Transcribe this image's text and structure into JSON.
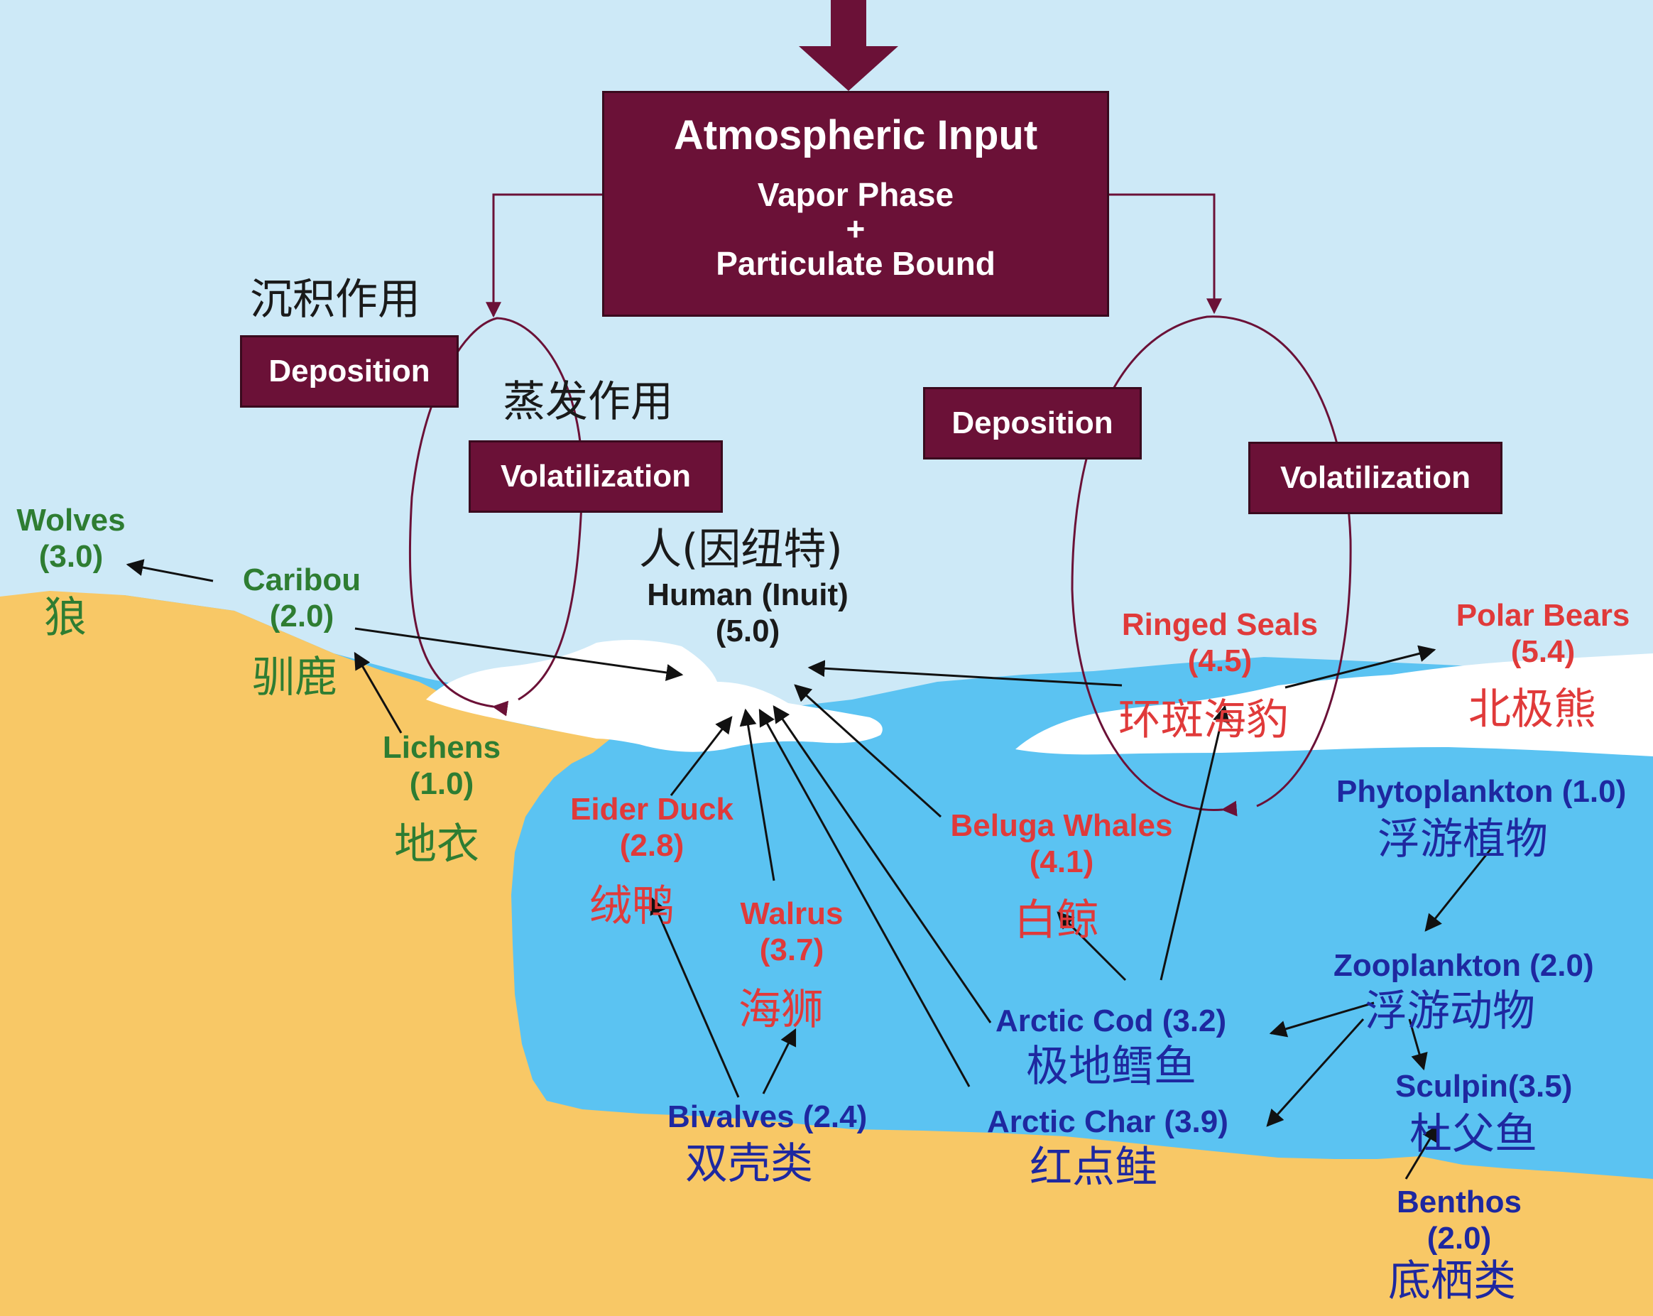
{
  "atmospheric": {
    "title": "Atmospheric Input",
    "line1": "Vapor Phase",
    "plus": "+",
    "line2": "Particulate Bound"
  },
  "processes": {
    "left_deposition": "Deposition",
    "left_volatilization": "Volatilization",
    "right_deposition": "Deposition",
    "right_volatilization": "Volatilization",
    "left_deposition_cn": "沉积作用",
    "left_volatilization_cn": "蒸发作用"
  },
  "species": {
    "wolves": {
      "name": "Wolves",
      "level": "(3.0)",
      "cn": "狼"
    },
    "caribou": {
      "name": "Caribou",
      "level": "(2.0)",
      "cn": "驯鹿"
    },
    "lichens": {
      "name": "Lichens",
      "level": "(1.0)",
      "cn": "地衣"
    },
    "human": {
      "cn": "人(因纽特)",
      "name": "Human (Inuit)",
      "level": "(5.0)"
    },
    "ringed_seals": {
      "name": "Ringed Seals",
      "level": "(4.5)",
      "cn": "环斑海豹"
    },
    "polar_bears": {
      "name": "Polar Bears",
      "level": "(5.4)",
      "cn": "北极熊"
    },
    "eider_duck": {
      "name": "Eider Duck",
      "level": "(2.8)",
      "cn": "绒鸭"
    },
    "walrus": {
      "name": "Walrus",
      "level": "(3.7)",
      "cn": "海狮"
    },
    "beluga": {
      "name": "Beluga Whales",
      "level": "(4.1)",
      "cn": "白鲸"
    },
    "phytoplankton": {
      "label": "Phytoplankton (1.0)",
      "cn": "浮游植物"
    },
    "zooplankton": {
      "label": "Zooplankton (2.0)",
      "cn": "浮游动物"
    },
    "arctic_cod": {
      "label": "Arctic Cod  (3.2)",
      "cn": "极地鳕鱼"
    },
    "arctic_char": {
      "label": "Arctic Char (3.9)",
      "cn": "红点鲑"
    },
    "sculpin": {
      "label": "Sculpin(3.5)",
      "cn": "杜父鱼"
    },
    "bivalves": {
      "label": "Bivalves (2.4)",
      "cn": "双壳类"
    },
    "benthos": {
      "name": "Benthos",
      "level": "(2.0)",
      "cn": "底栖类"
    }
  },
  "colors": {
    "sky": "#cde9f7",
    "sea": "#5bc3f2",
    "land": "#f8c866",
    "ice": "#ffffff",
    "box": "#6b1137",
    "terrestrial_text": "#2e7d32",
    "marine_mammal_text": "#e03a3a",
    "marine_text": "#1e28a0"
  }
}
